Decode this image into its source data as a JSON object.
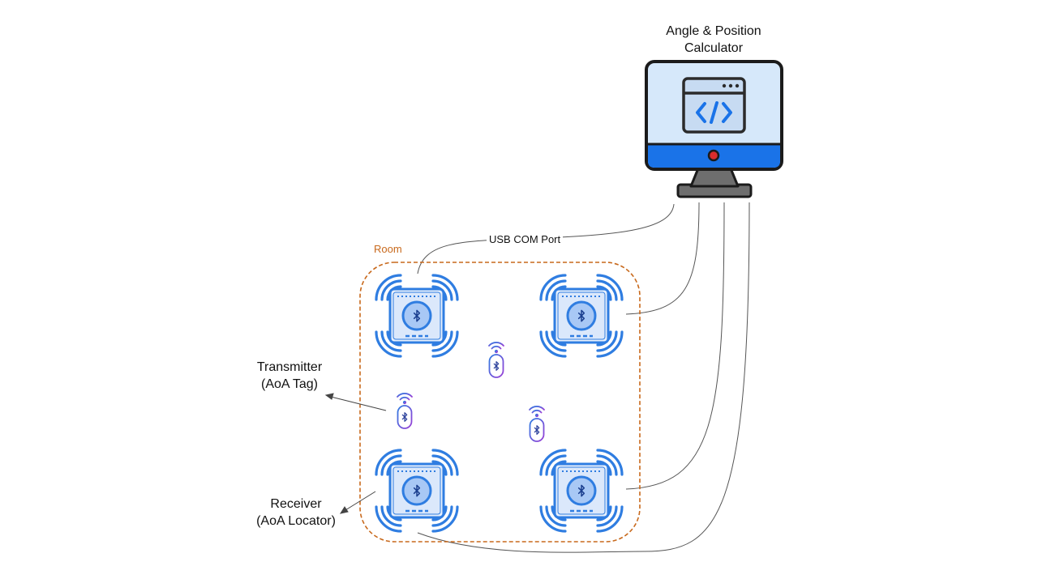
{
  "calculator": {
    "title_line1": "Angle & Position",
    "title_line2": "Calculator",
    "icon": "code-window-icon"
  },
  "link_label": "USB COM Port",
  "room_label": "Room",
  "transmitter": {
    "line1": "Transmitter",
    "line2": "(AoA Tag)"
  },
  "receiver": {
    "line1": "Receiver",
    "line2": "(AoA Locator)"
  },
  "colors": {
    "room_border": "#c8691c",
    "locator_blue": "#2f7de1",
    "locator_fill": "#dbe8fb",
    "monitor_screen": "#d6e8fa",
    "monitor_bar": "#1a73e8",
    "power_led": "#d92d2d",
    "tag_gradient": [
      "#2f7de1",
      "#9a3fd6"
    ]
  }
}
